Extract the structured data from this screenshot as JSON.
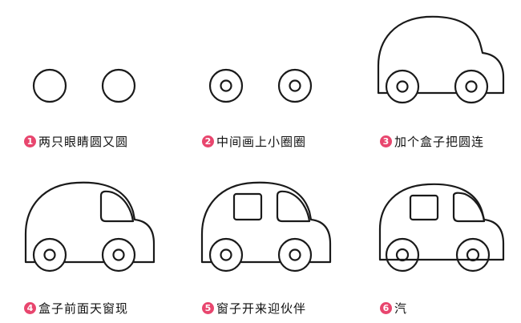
{
  "steps": [
    {
      "num": "1",
      "text": "两只眼睛圆又圆"
    },
    {
      "num": "2",
      "text": "中间画上小圈圈"
    },
    {
      "num": "3",
      "text": "加个盒子把圆连"
    },
    {
      "num": "4",
      "text": "盒子前面天窗现"
    },
    {
      "num": "5",
      "text": "窗子开来迎伙伴"
    },
    {
      "num": "6",
      "text": "汽"
    }
  ],
  "colors": {
    "badge": "#e8466e",
    "car_body": "#34a3d8",
    "car_window": "#dde9f0",
    "tire": "#111111",
    "outline": "#1a1a1a"
  }
}
